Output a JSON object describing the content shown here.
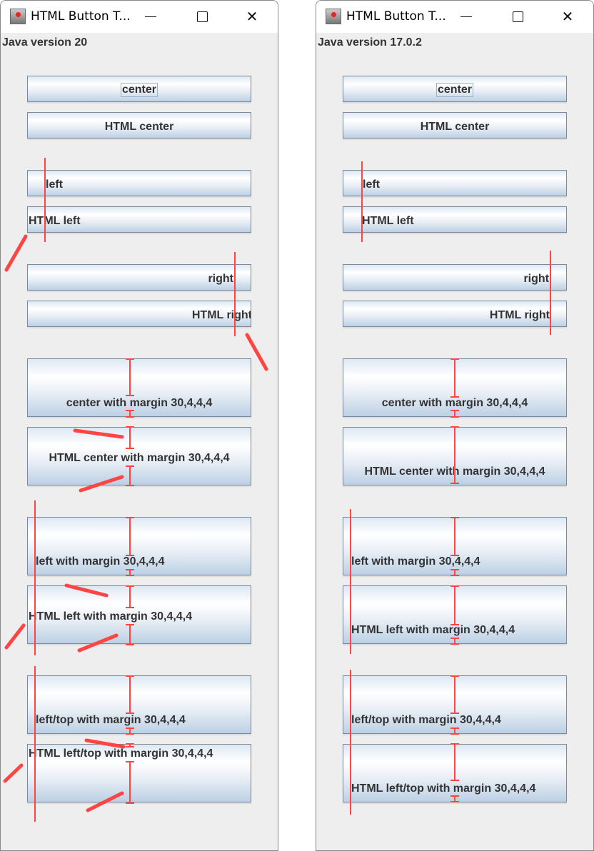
{
  "windows": [
    {
      "title": "HTML Button T...",
      "version_label": "Java version 20",
      "buttons": [
        "center",
        "HTML center",
        "left",
        "HTML left",
        "right",
        "HTML right",
        "center with margin 30,4,4,4",
        "HTML center with margin 30,4,4,4",
        "left with margin 30,4,4,4",
        "HTML left with margin 30,4,4,4",
        "left/top with margin 30,4,4,4",
        "HTML left/top with margin 30,4,4,4"
      ]
    },
    {
      "title": "HTML Button T...",
      "version_label": "Java version 17.0.2",
      "buttons": [
        "center",
        "HTML center",
        "left",
        "HTML left",
        "right",
        "HTML right",
        "center with margin 30,4,4,4",
        "HTML center with margin 30,4,4,4",
        "left with margin 30,4,4,4",
        "HTML left with margin 30,4,4,4",
        "left/top with margin 30,4,4,4",
        "HTML left/top with margin 30,4,4,4"
      ]
    }
  ],
  "annotation_color": "#ff4444"
}
